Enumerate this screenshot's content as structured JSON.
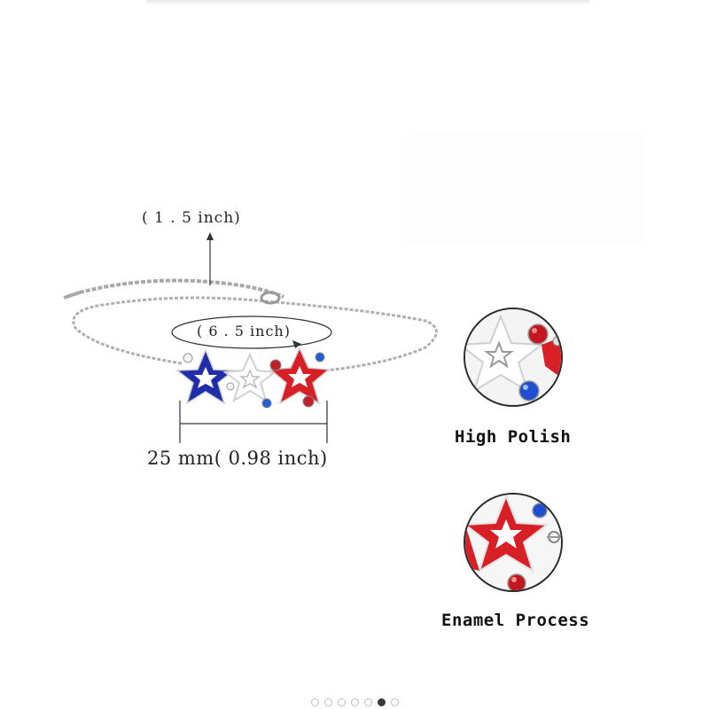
{
  "dimensions": {
    "extender": "( 1 . 5 inch)",
    "chain": "( 6 . 5 inch)",
    "charm_width": "25 mm( 0.98 inch)"
  },
  "features": [
    {
      "label": "High Polish",
      "icon": "star-closeup-white-icon"
    },
    {
      "label": "Enamel Process",
      "icon": "star-closeup-red-icon"
    }
  ],
  "pager": {
    "total": 7,
    "active": 5
  },
  "colors": {
    "enamel_blue": "#1f2ea8",
    "enamel_red": "#d81f26",
    "enamel_white": "#ffffff",
    "silver": "#b8b8b8",
    "dot_active": "#3a3a3a"
  }
}
